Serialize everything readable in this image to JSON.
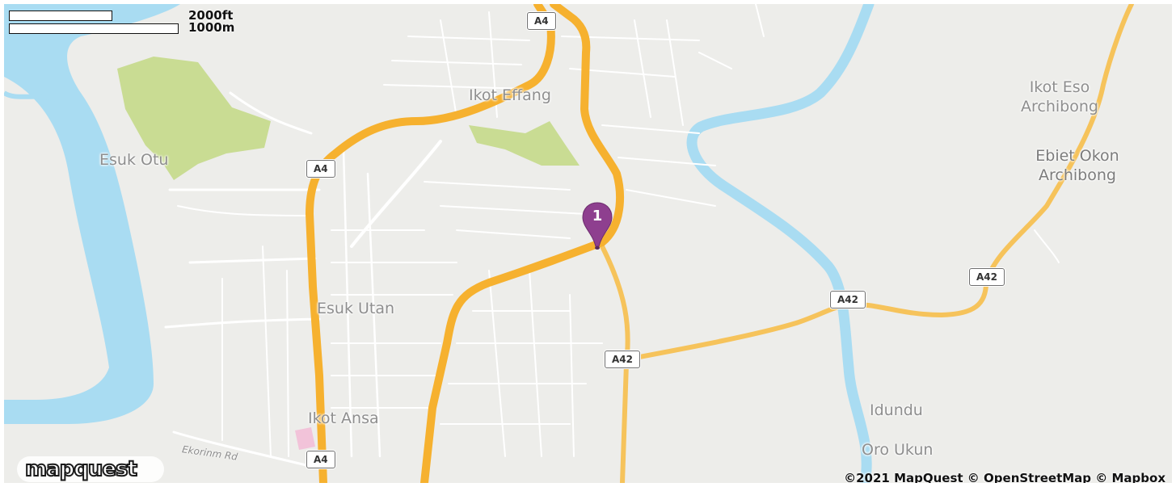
{
  "map": {
    "water_color": "#a9dcf2",
    "park_color": "#c9dc93",
    "major_road_color": "#f6b12f",
    "minor_road_color": "#f6c35b",
    "street_color": "#ffffff",
    "land_color": "#ededea"
  },
  "scale_bar": {
    "feet_label": "2000ft",
    "meters_label": "1000m"
  },
  "places": {
    "ikot_effang": "Ikot Effang",
    "esuk_otu": "Esuk Otu",
    "esuk_utan": "Esuk Utan",
    "ikot_ansa": "Ikot Ansa",
    "ikot_eso_line1": "Ikot Eso",
    "ikot_eso_line2": "Archibong",
    "ebiet_okon_line1": "Ebiet Okon",
    "ebiet_okon_line2": "Archibong",
    "idundu": "Idundu",
    "oro_ukun": "Oro Ukun"
  },
  "roads": {
    "ekorinm_rd": "Ekorinm Rd"
  },
  "shields": {
    "a4_top": "A4",
    "a4_mid": "A4",
    "a4_bottom": "A4",
    "a42_center": "A42",
    "a42_river": "A42",
    "a42_east": "A42"
  },
  "marker": {
    "number": "1",
    "color": "#8e3f8f"
  },
  "logo": {
    "text": "mapquest"
  },
  "attribution": "©2021 MapQuest © OpenStreetMap © Mapbox"
}
